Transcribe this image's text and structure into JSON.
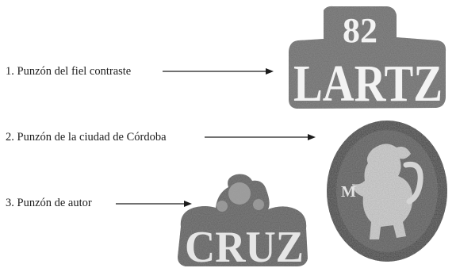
{
  "captions": [
    "1. Punzón del fiel contraste",
    "2. Punzón de la ciudad de Córdoba",
    "3. Punzón de autor"
  ],
  "marks": {
    "contraste": {
      "top_text": "82",
      "bottom_text": "LARTZ"
    },
    "ciudad": {
      "side_letter": "M"
    },
    "autor": {
      "text": "CRUZ"
    }
  }
}
